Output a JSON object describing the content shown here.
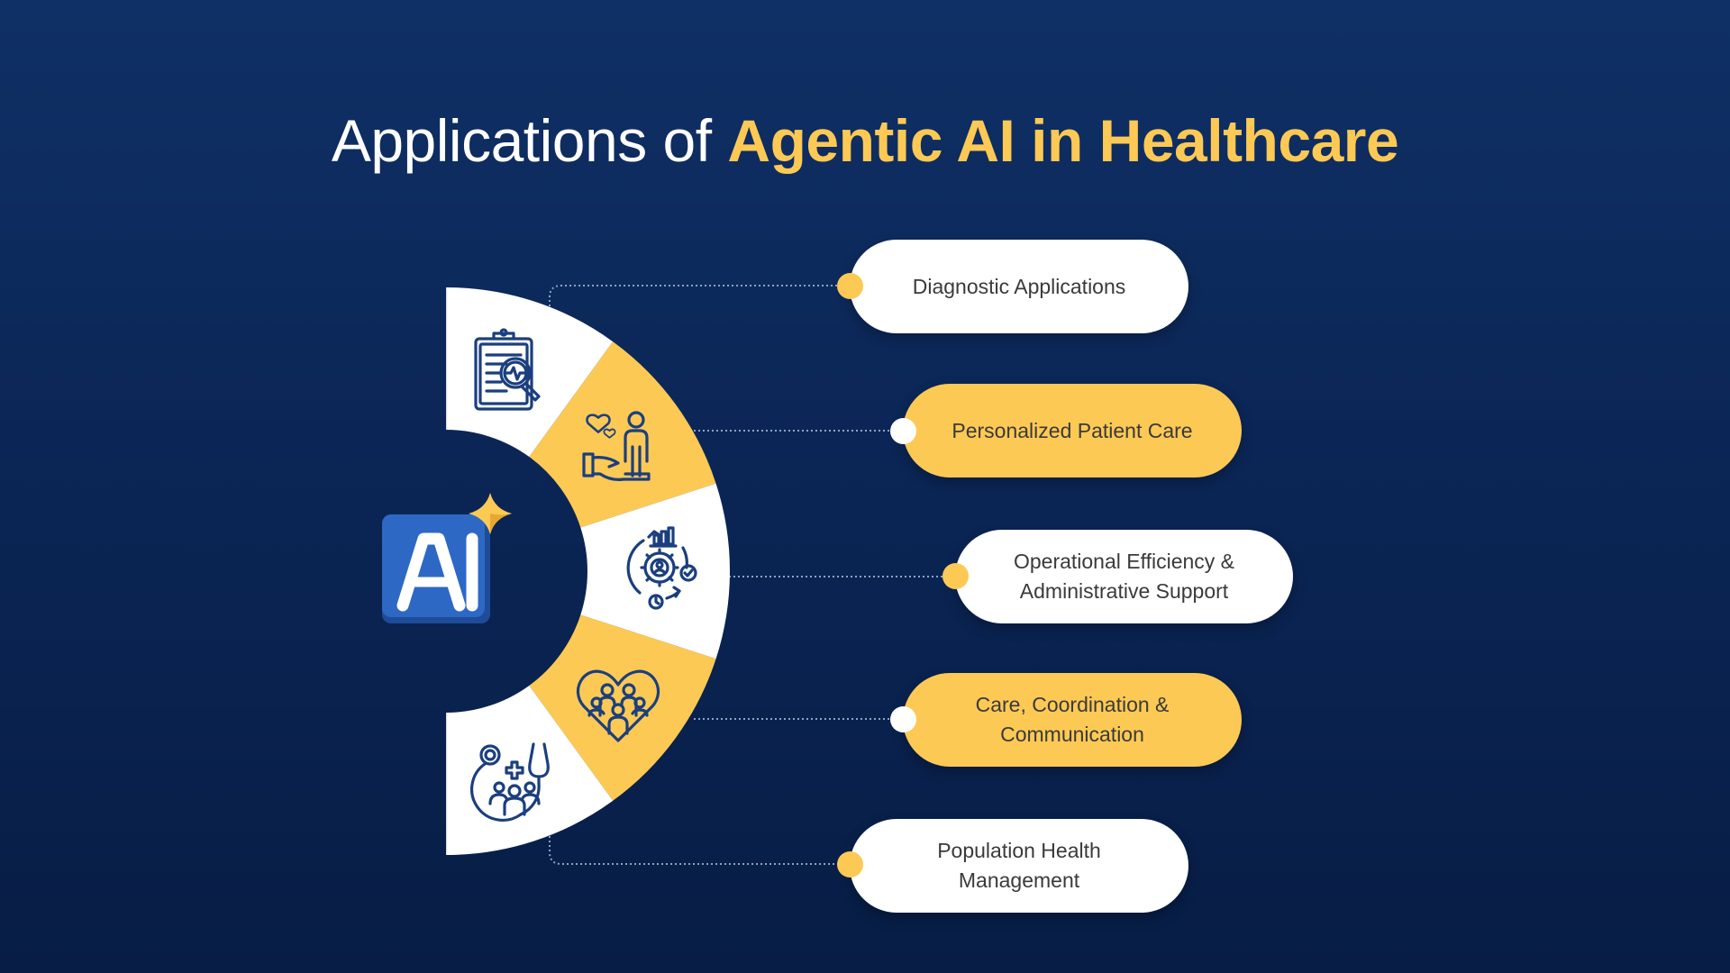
{
  "title": {
    "prefix": "Applications of ",
    "highlight": "Agentic AI in Healthcare"
  },
  "colors": {
    "background_top": "#0f3066",
    "background_bottom": "#071d45",
    "accent_yellow": "#fdc955",
    "white": "#ffffff",
    "icon_navy": "#1b3f7e",
    "ai_badge_blue": "#2e68c5",
    "text_dark": "#3a3a3a"
  },
  "center_badge": {
    "label": "AI",
    "icon": "ai-sparkle-icon"
  },
  "segments": [
    {
      "icon": "clipboard-magnifier-heartbeat-icon",
      "fill": "white"
    },
    {
      "icon": "hand-heart-patient-icon",
      "fill": "yellow"
    },
    {
      "icon": "gear-cycle-analytics-icon",
      "fill": "white"
    },
    {
      "icon": "heart-family-group-icon",
      "fill": "yellow"
    },
    {
      "icon": "stethoscope-community-icon",
      "fill": "white"
    }
  ],
  "applications": [
    {
      "lines": [
        "Diagnostic Applications"
      ],
      "style": "white",
      "dot": "yellow"
    },
    {
      "lines": [
        "Personalized Patient Care"
      ],
      "style": "yellow",
      "dot": "white"
    },
    {
      "lines": [
        "Operational Efficiency &",
        "Administrative Support"
      ],
      "style": "white",
      "dot": "yellow"
    },
    {
      "lines": [
        "Care, Coordination &",
        "Communication"
      ],
      "style": "yellow",
      "dot": "white"
    },
    {
      "lines": [
        "Population Health",
        "Management"
      ],
      "style": "white",
      "dot": "yellow"
    }
  ]
}
